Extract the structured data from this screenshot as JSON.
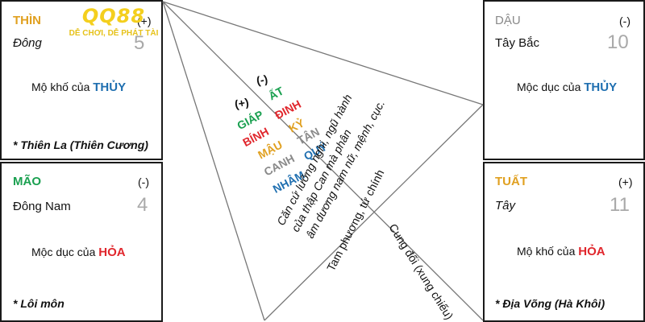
{
  "palaces": {
    "thin": {
      "name": "THÌN",
      "sign": "(+)",
      "direction": "Đông",
      "number": "5",
      "desc_prefix": "Mộ khố của",
      "element": "THỦY",
      "note": "* Thiên La (Thiên Cương)"
    },
    "mao": {
      "name": "MÃO",
      "sign": "(-)",
      "direction": "Đông Nam",
      "number": "4",
      "desc_prefix": "Mộc dục của",
      "element": "HỎA",
      "note": "* Lôi môn"
    },
    "dau": {
      "name": "DẬU",
      "sign": "(-)",
      "direction": "Tây Bắc",
      "number": "10",
      "desc_prefix": "Mộc dục của",
      "element": "THỦY"
    },
    "tuat": {
      "name": "TUẤT",
      "sign": "(+)",
      "direction": "Tây",
      "number": "11",
      "desc_prefix": "Mộ khố của",
      "element": "HỎA",
      "note": "* Địa Võng (Hà Khôi)"
    }
  },
  "stems": {
    "plus": "(+)",
    "minus": "(-)",
    "giap": "GIÁP",
    "at": "ẤT",
    "binh": "BÍNH",
    "dinh": "ĐINH",
    "mau": "MẬU",
    "ky": "KỶ",
    "canh": "CANH",
    "tan": "TÂN",
    "nham": "NHÂM",
    "quy": "QUÝ"
  },
  "notes": {
    "line1": "Căn cứ lưỡng nghi, ngũ hành",
    "line2": "của thập Can mà phân",
    "line3": "âm dương nam nữ, mệnh, cục.",
    "tam_phuong": "Tam phương, tứ chính",
    "cung_doi": "Cung đối (xung chiếu)"
  },
  "logo": {
    "name": "QQ88",
    "tagline": "DỄ CHƠI, DỄ PHÁT TÀI"
  },
  "colors": {
    "earth": "#e0a020",
    "wood": "#1aa050",
    "water": "#1f6fb0",
    "fire": "#e0262c",
    "metal": "#8a8a8a",
    "logo": "#f4cf1e",
    "number": "#a9a9a9",
    "line": "#1a1a1a"
  }
}
